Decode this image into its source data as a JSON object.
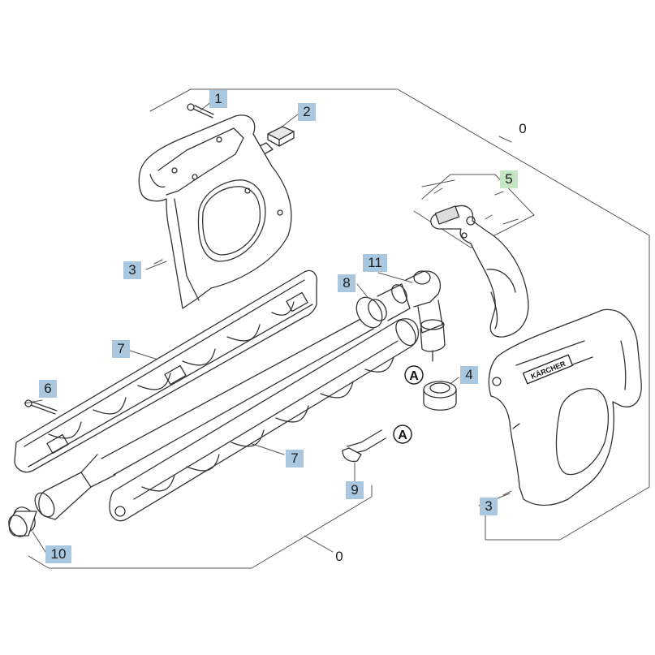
{
  "diagram": {
    "brand_text": "KÄRCHER",
    "connector_letter": "A",
    "callouts": {
      "c1": "1",
      "c2": "2",
      "c0_top": "0",
      "c5": "5",
      "c3_left": "3",
      "c11": "11",
      "c8": "8",
      "c7_top": "7",
      "c4": "4",
      "c6": "6",
      "c7_bottom": "7",
      "c9": "9",
      "c3_right": "3",
      "c10": "10",
      "c0_bottom": "0"
    },
    "colors": {
      "callout_bg": "#a9c8e0",
      "callout_highlight_bg": "#c5e6c3",
      "line": "#333333",
      "frame_line": "#555555"
    }
  }
}
